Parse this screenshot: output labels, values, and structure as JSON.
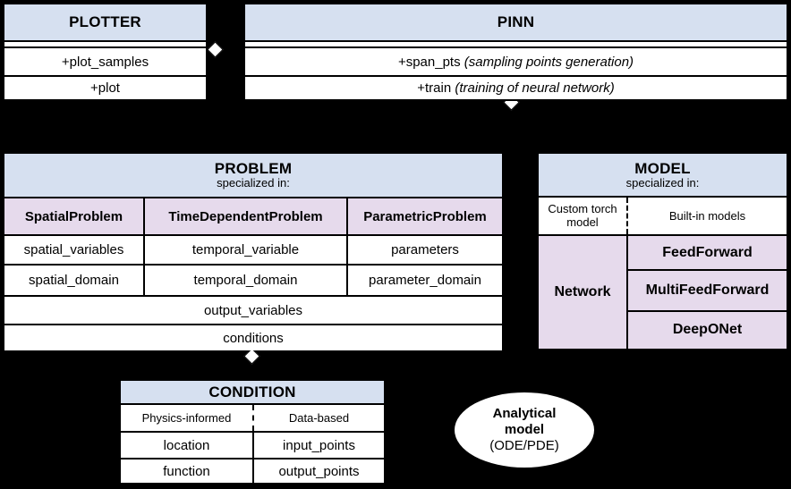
{
  "diagram": {
    "title": "PINA software architecture class diagram",
    "background": "#000000",
    "header_color": "#d6e0f0",
    "subclass_color": "#e6daec",
    "border_color": "#000000"
  },
  "plotter": {
    "title": "PLOTTER",
    "methods": [
      {
        "name": "+plot_samples"
      },
      {
        "name": "+plot"
      }
    ]
  },
  "pinn": {
    "title": "PINN",
    "methods": [
      {
        "name": "+span_pts",
        "note": "(sampling points generation)"
      },
      {
        "name": "+train",
        "note": "(training of neural network)"
      }
    ]
  },
  "problem": {
    "title": "PROBLEM",
    "subtitle": "specialized in:",
    "specializations": [
      "SpatialProblem",
      "TimeDependentProblem",
      "ParametricProblem"
    ],
    "attribute_rows": [
      [
        "spatial_variables",
        "temporal_variable",
        "parameters"
      ],
      [
        "spatial_domain",
        "temporal_domain",
        "parameter_domain"
      ]
    ],
    "shared_rows": [
      "output_variables",
      "conditions"
    ]
  },
  "model": {
    "title": "MODEL",
    "subtitle": "specialized in:",
    "kinds": [
      "Custom torch model",
      "Built-in models"
    ],
    "custom_label": "Network",
    "builtin": [
      "FeedForward",
      "MultiFeedForward",
      "DeepONet"
    ]
  },
  "condition": {
    "title": "CONDITION",
    "kinds": [
      "Physics-informed",
      "Data-based"
    ],
    "rows": [
      [
        "location",
        "input_points"
      ],
      [
        "function",
        "output_points"
      ]
    ]
  },
  "analytical": {
    "line1": "Analytical",
    "line2": "model",
    "line3": "(ODE/PDE)"
  }
}
